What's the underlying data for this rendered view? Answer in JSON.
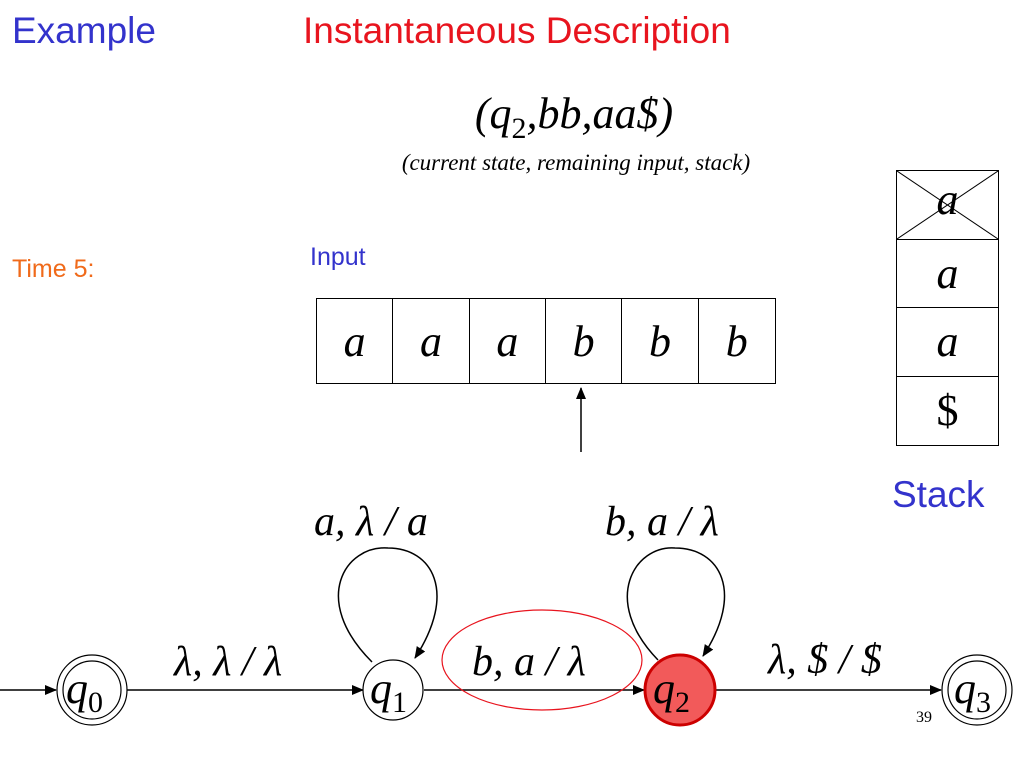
{
  "slide": {
    "title_left": "Example",
    "title_right": "Instantaneous Description",
    "number": "39"
  },
  "id_tuple": {
    "open": "(",
    "state": "q",
    "state_sub": "2",
    "rest": ",bb,aa$)",
    "caption": "(current state, remaining input, stack)"
  },
  "time_label": "Time 5:",
  "input": {
    "label": "Input",
    "cells": [
      "a",
      "a",
      "a",
      "b",
      "b",
      "b"
    ],
    "head_index": 3
  },
  "stack": {
    "label": "Stack",
    "cells": [
      {
        "symbol": "a",
        "crossed": true
      },
      {
        "symbol": "a",
        "crossed": false
      },
      {
        "symbol": "a",
        "crossed": false
      },
      {
        "symbol": "$",
        "crossed": false
      }
    ]
  },
  "automaton": {
    "states": [
      {
        "id": "q0",
        "name": "q",
        "sub": "0",
        "accepting": true,
        "initial": true,
        "active": false
      },
      {
        "id": "q1",
        "name": "q",
        "sub": "1",
        "accepting": false,
        "initial": false,
        "active": false
      },
      {
        "id": "q2",
        "name": "q",
        "sub": "2",
        "accepting": false,
        "initial": false,
        "active": true
      },
      {
        "id": "q3",
        "name": "q",
        "sub": "3",
        "accepting": true,
        "initial": false,
        "active": false
      }
    ],
    "transitions": [
      {
        "from": "q0",
        "to": "q1",
        "label": "λ, λ / λ",
        "highlighted": false
      },
      {
        "from": "q1",
        "to": "q1",
        "label": "a, λ / a",
        "highlighted": false
      },
      {
        "from": "q1",
        "to": "q2",
        "label": "b, a / λ",
        "highlighted": true
      },
      {
        "from": "q2",
        "to": "q2",
        "label": "b, a / λ",
        "highlighted": false
      },
      {
        "from": "q2",
        "to": "q3",
        "label": "λ, $ / $",
        "highlighted": false
      }
    ]
  },
  "colors": {
    "title_left": "#3333cc",
    "title_right": "#e8141e",
    "time_label": "#f06a1a",
    "active_state_fill": "#f25a5a",
    "active_state_stroke": "#cc0000",
    "highlight_ellipse": "#e8141e"
  }
}
